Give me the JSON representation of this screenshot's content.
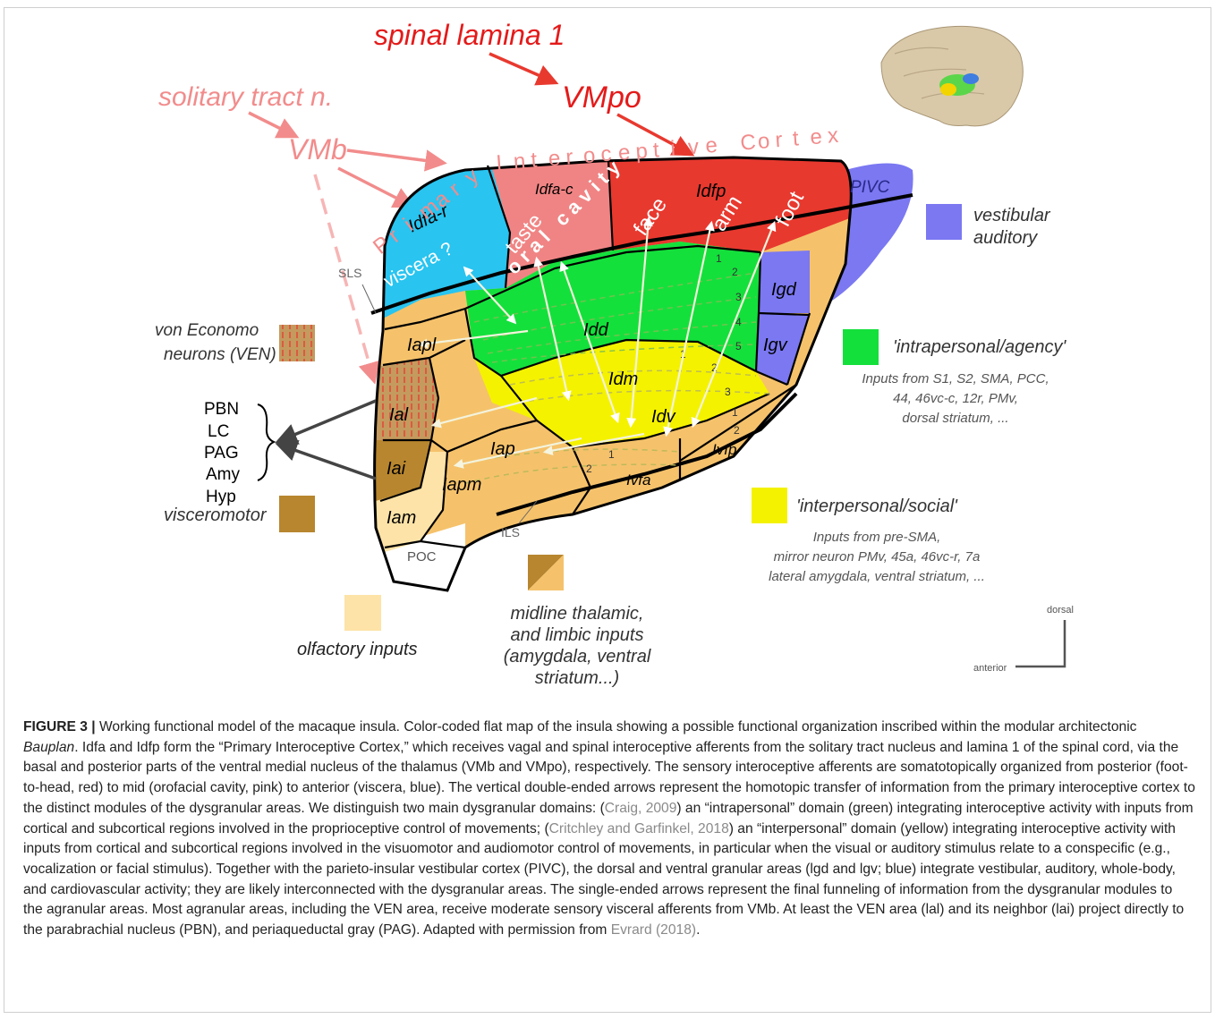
{
  "figure": {
    "inputs": {
      "spinal": "spinal lamina 1",
      "vmpo": "VMpo",
      "solitary": "solitary tract n.",
      "vmb": "VMb"
    },
    "pic_chars": [
      "P",
      "r",
      "i",
      "m",
      "a",
      "r",
      "y",
      " ",
      "I",
      "n",
      "t",
      "e",
      "r",
      "o",
      "c",
      "e",
      "p",
      "t",
      "i",
      "v",
      "e",
      " ",
      "C",
      "o",
      "r",
      "t",
      "e",
      "x"
    ],
    "regions": {
      "idfa_r": "Idfa-r",
      "idfa_c": "Idfa-c",
      "idfp": "Idfp",
      "pivc": "PIVC",
      "igd": "Igd",
      "igv": "Igv",
      "idd": "Idd",
      "idm": "Idm",
      "idv": "Idv",
      "iapl": "Iapl",
      "ial": "Ial",
      "iai": "Iai",
      "iam": "Iam",
      "iap": "Iap",
      "iapm": "Iapm",
      "ivfa": "Ivfa",
      "ivfp": "Ivfp",
      "poc": "POC",
      "sls": "SLS",
      "ils": "ILS"
    },
    "body_labels": {
      "viscera": "? viscera ?",
      "oral": "oral cavity",
      "taste": "taste",
      "face": "face",
      "arm": "arm",
      "foot": "foot"
    },
    "layer_numbers": {
      "n1": "1",
      "n2": "2",
      "n3": "3",
      "n4": "4",
      "n5": "5"
    },
    "outputs": [
      "PBN",
      "LC",
      "PAG",
      "Amy",
      "Hyp"
    ],
    "legend": {
      "ven": "von Economo neurons (VEN)",
      "visceromotor": "visceromotor",
      "olfactory": "olfactory inputs",
      "midline": [
        "midline thalamic,",
        "and limbic inputs",
        "(amygdala, ventral",
        "striatum...)"
      ],
      "vestibular": [
        "vestibular",
        "auditory"
      ],
      "intrapersonal_title": "'intrapersonal/agency'",
      "intrapersonal_inputs": [
        "Inputs from S1, S2, SMA, PCC,",
        "44, 46vc-c, 12r, PMv,",
        "dorsal striatum, ..."
      ],
      "interpersonal_title": "'interpersonal/social'",
      "interpersonal_inputs": [
        "Inputs from pre-SMA,",
        "mirror neuron PMv, 45a, 46vc-r, 7a",
        "lateral amygdala, ventral striatum, ..."
      ]
    },
    "orientation": {
      "dorsal": "dorsal",
      "anterior": "anterior"
    },
    "colors": {
      "primary_red": "#e8392f",
      "pink": "#f08484",
      "blue": "#29c4f0",
      "green": "#14e03c",
      "yellow": "#f5f200",
      "orange": "#f5c26b",
      "brown": "#c49a5e",
      "dark_brown": "#b8862e",
      "light_yellow": "#fde3a7",
      "purple": "#7b78f2",
      "salmon": "#f28c8c",
      "red_text": "#e41a1a"
    }
  },
  "caption": {
    "label": "FIGURE 3 |",
    "p1": " Working functional model of the macaque insula. Color-coded flat map of the insula showing a possible functional organization inscribed within the modular architectonic ",
    "bauplan": "Bauplan",
    "p2": ". Idfa and Idfp form the “Primary Interoceptive Cortex,” which receives vagal and spinal interoceptive afferents from the solitary tract nucleus and lamina 1 of the spinal cord, via the basal and posterior parts of the ventral medial nucleus of the thalamus (VMb and VMpo), respectively. The sensory interoceptive afferents are somatotopically organized from posterior (foot-to-head, red) to mid (orofacial cavity, pink) to anterior (viscera, blue). The vertical double-ended arrows represent the homotopic transfer of information from the primary interoceptive cortex to the distinct modules of the dysgranular areas. We distinguish two main dysgranular domains: (",
    "cite1": "Craig, 2009",
    "p3": ") an “intrapersonal” domain (green) integrating interoceptive activity with inputs from cortical and subcortical regions involved in the proprioceptive control of movements; (",
    "cite2": "Critchley and Garfinkel, 2018",
    "p4": ") an “interpersonal” domain (yellow) integrating interoceptive activity with inputs from cortical and subcortical regions involved in the visuomotor and audiomotor control of movements, in particular when the visual or auditory stimulus relate to a conspecific (e.g., vocalization or facial stimulus). Together with the parieto-insular vestibular cortex (PIVC), the dorsal and ventral granular areas (lgd and lgv; blue) integrate vestibular, auditory, whole-body, and cardiovascular activity; they are likely interconnected with the dysgranular areas. The single-ended arrows represent the final funneling of information from the dysgranular modules to the agranular areas. Most agranular areas, including the VEN area, receive moderate sensory visceral afferents from VMb. At least the VEN area (lal) and its neighbor (lai) project directly to the parabrachial nucleus (PBN), and periaqueductal gray (PAG). Adapted with permission from ",
    "cite3": "Evrard (2018)",
    "p5": "."
  }
}
